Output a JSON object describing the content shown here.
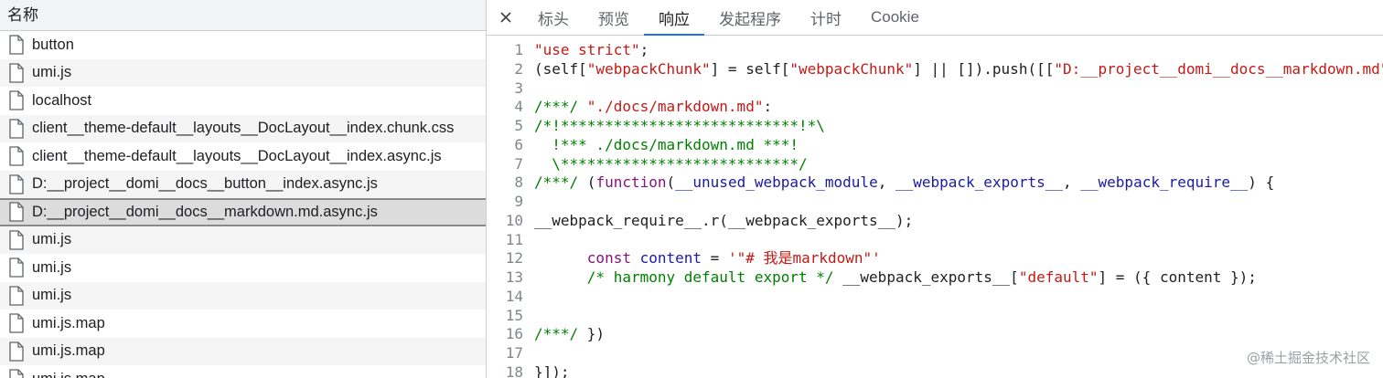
{
  "left_panel": {
    "header": "名称",
    "files": [
      {
        "name": "button"
      },
      {
        "name": "umi.js"
      },
      {
        "name": "localhost"
      },
      {
        "name": "client__theme-default__layouts__DocLayout__index.chunk.css"
      },
      {
        "name": "client__theme-default__layouts__DocLayout__index.async.js"
      },
      {
        "name": "D:__project__domi__docs__button__index.async.js"
      },
      {
        "name": "D:__project__domi__docs__markdown.md.async.js",
        "selected": true
      },
      {
        "name": "umi.js"
      },
      {
        "name": "umi.js"
      },
      {
        "name": "umi.js"
      },
      {
        "name": "umi.js.map"
      },
      {
        "name": "umi.js.map"
      },
      {
        "name": "umi.js.map"
      }
    ]
  },
  "tabs": {
    "close_icon": "close-icon",
    "items": [
      {
        "label": "标头"
      },
      {
        "label": "预览"
      },
      {
        "label": "响应",
        "active": true
      },
      {
        "label": "发起程序"
      },
      {
        "label": "计时"
      },
      {
        "label": "Cookie"
      }
    ]
  },
  "code_lines": [
    {
      "n": "1",
      "tokens": [
        {
          "t": "\"use strict\"",
          "c": "str"
        },
        {
          "t": ";",
          "c": ""
        }
      ]
    },
    {
      "n": "2",
      "tokens": [
        {
          "t": "(self[",
          "c": ""
        },
        {
          "t": "\"webpackChunk\"",
          "c": "str"
        },
        {
          "t": "] = self[",
          "c": ""
        },
        {
          "t": "\"webpackChunk\"",
          "c": "str"
        },
        {
          "t": "] || []).push([[",
          "c": ""
        },
        {
          "t": "\"D:__project__domi__docs__markdown.md\"",
          "c": "str"
        }
      ]
    },
    {
      "n": "3",
      "tokens": []
    },
    {
      "n": "4",
      "tokens": [
        {
          "t": "/***/ ",
          "c": "cmt"
        },
        {
          "t": "\"./docs/markdown.md\"",
          "c": "str"
        },
        {
          "t": ":",
          "c": ""
        }
      ]
    },
    {
      "n": "5",
      "tokens": [
        {
          "t": "/*!***************************!*\\",
          "c": "cmt"
        }
      ]
    },
    {
      "n": "6",
      "tokens": [
        {
          "t": "  !*** ./docs/markdown.md ***!",
          "c": "cmt"
        }
      ]
    },
    {
      "n": "7",
      "tokens": [
        {
          "t": "  \\***************************/",
          "c": "cmt"
        }
      ]
    },
    {
      "n": "8",
      "tokens": [
        {
          "t": "/***/ ",
          "c": "cmt"
        },
        {
          "t": "(",
          "c": ""
        },
        {
          "t": "function",
          "c": "kw"
        },
        {
          "t": "(",
          "c": ""
        },
        {
          "t": "__unused_webpack_module",
          "c": "var"
        },
        {
          "t": ", ",
          "c": ""
        },
        {
          "t": "__webpack_exports__",
          "c": "var"
        },
        {
          "t": ", ",
          "c": ""
        },
        {
          "t": "__webpack_require__",
          "c": "var"
        },
        {
          "t": ") {",
          "c": ""
        }
      ]
    },
    {
      "n": "9",
      "tokens": []
    },
    {
      "n": "10",
      "tokens": [
        {
          "t": "__webpack_require__.r(__webpack_exports__);",
          "c": ""
        }
      ]
    },
    {
      "n": "11",
      "tokens": []
    },
    {
      "n": "12",
      "tokens": [
        {
          "t": "      ",
          "c": ""
        },
        {
          "t": "const",
          "c": "kw"
        },
        {
          "t": " ",
          "c": ""
        },
        {
          "t": "content",
          "c": "var"
        },
        {
          "t": " = ",
          "c": ""
        },
        {
          "t": "'\"# 我是markdown\"'",
          "c": "str"
        }
      ]
    },
    {
      "n": "13",
      "tokens": [
        {
          "t": "      ",
          "c": ""
        },
        {
          "t": "/* harmony default export */",
          "c": "cmt"
        },
        {
          "t": " __webpack_exports__[",
          "c": ""
        },
        {
          "t": "\"default\"",
          "c": "str"
        },
        {
          "t": "] = ({ content });",
          "c": ""
        }
      ]
    },
    {
      "n": "14",
      "tokens": []
    },
    {
      "n": "15",
      "tokens": []
    },
    {
      "n": "16",
      "tokens": [
        {
          "t": "/***/ ",
          "c": "cmt"
        },
        {
          "t": "})",
          "c": ""
        }
      ]
    },
    {
      "n": "17",
      "tokens": []
    },
    {
      "n": "18",
      "tokens": [
        {
          "t": "}]);",
          "c": ""
        }
      ]
    }
  ],
  "watermark": "@稀土掘金技术社区",
  "colors": {
    "tab_active_underline": "#1a73e8",
    "string": "#c41a16",
    "comment": "#008000",
    "keyword": "#881280"
  }
}
